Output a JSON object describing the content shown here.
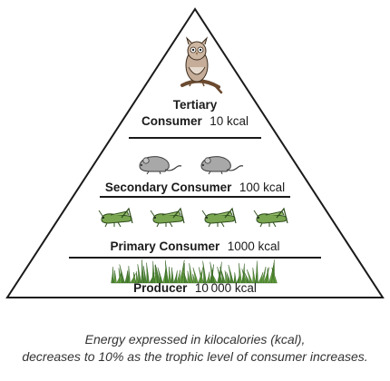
{
  "levels": [
    {
      "name": "Tertiary",
      "name2": "Consumer",
      "value": "10 kcal",
      "icon": "owl-icon"
    },
    {
      "name": "Secondary Consumer",
      "value": "100 kcal",
      "icon": "mouse-icon"
    },
    {
      "name": "Primary Consumer",
      "value": "1000 kcal",
      "icon": "grasshopper-icon"
    },
    {
      "name": "Producer",
      "value": "10 000 kcal",
      "icon": "grass-icon"
    }
  ],
  "caption": {
    "line1": "Energy expressed in kilocalories (kcal),",
    "line2": "decreases to 10% as the trophic level of consumer increases."
  },
  "colors": {
    "outline": "#1a1a1a",
    "grass": "#5f9b3a",
    "grasshopper": "#6f9a4a",
    "mouse": "#a3a3a3",
    "owl": "#b59b86"
  }
}
